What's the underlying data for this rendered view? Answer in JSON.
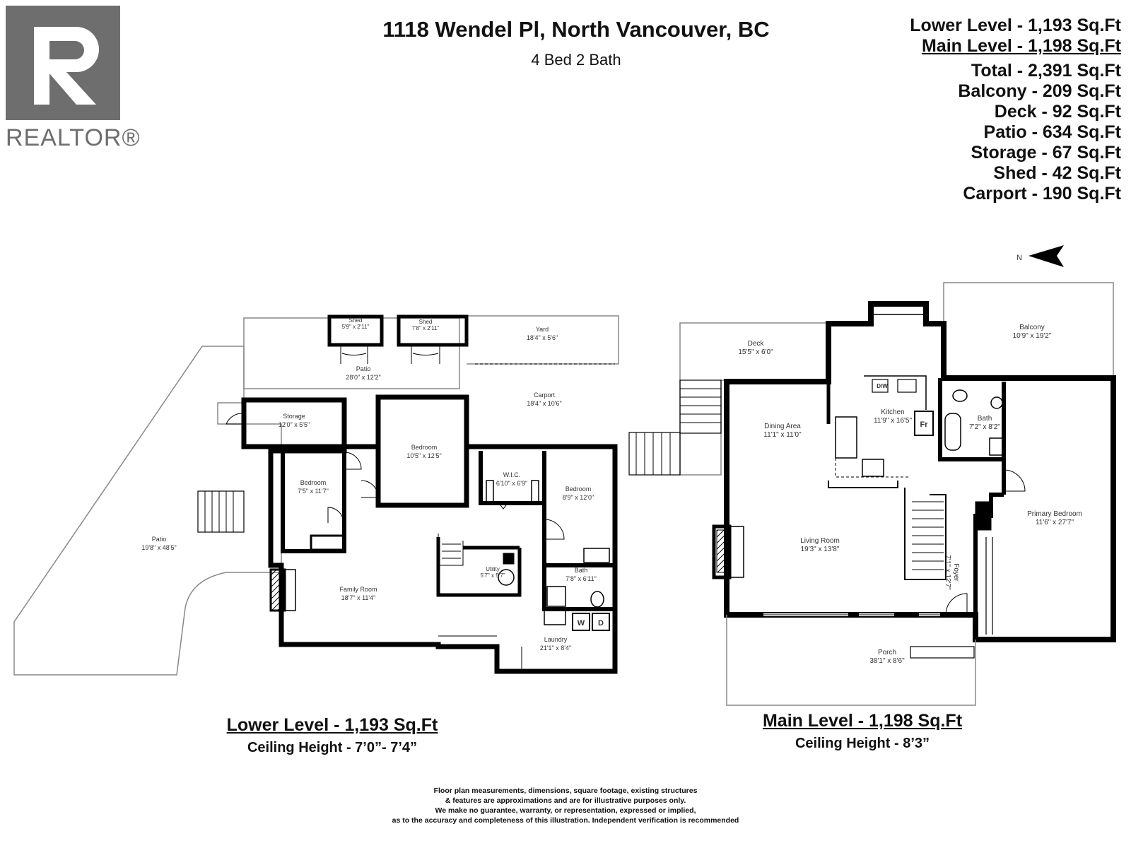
{
  "logo": {
    "text": "REALTOR®"
  },
  "header": {
    "address": "1118 Wendel Pl, North Vancouver, BC",
    "beds_baths": "4 Bed 2 Bath"
  },
  "summary": {
    "lower": "Lower Level - 1,193 Sq.Ft",
    "main": "Main Level - 1,198 Sq.Ft",
    "total": "Total - 2,391 Sq.Ft",
    "balcony": "Balcony - 209 Sq.Ft",
    "deck": "Deck - 92 Sq.Ft",
    "patio": "Patio - 634 Sq.Ft",
    "storage": "Storage - 67 Sq.Ft",
    "shed": "Shed - 42 Sq.Ft",
    "carport": "Carport - 190 Sq.Ft"
  },
  "compass": {
    "label": "N"
  },
  "lower_level": {
    "caption": "Lower Level - 1,193 Sq.Ft",
    "ceiling": "Ceiling Height - 7’0”- 7’4”",
    "rooms": {
      "shed1": {
        "name": "Shed",
        "dim": "5'9\" x 2'11\""
      },
      "shed2": {
        "name": "Shed",
        "dim": "7'8\" x 2'11\""
      },
      "yard": {
        "name": "Yard",
        "dim": "18'4\" x 5'6\""
      },
      "patio_top": {
        "name": "Patio",
        "dim": "28'0\" x 12'2\""
      },
      "carport": {
        "name": "Carport",
        "dim": "18'4\" x 10'6\""
      },
      "storage": {
        "name": "Storage",
        "dim": "12'0\" x 5'5\""
      },
      "bed_center": {
        "name": "Bedroom",
        "dim": "10'5\" x 12'5\""
      },
      "bed_left": {
        "name": "Bedroom",
        "dim": "7'5\" x 11'7\""
      },
      "wic": {
        "name": "W.I.C.",
        "dim": "6'10\" x 6'9\""
      },
      "bed_right": {
        "name": "Bedroom",
        "dim": "8'9\" x 12'0\""
      },
      "patio_big": {
        "name": "Patio",
        "dim": "19'8\" x 48'5\""
      },
      "utility": {
        "name": "Utility",
        "dim": "5'7\" x 5'7\""
      },
      "bath": {
        "name": "Bath",
        "dim": "7'8\" x 6'11\""
      },
      "family": {
        "name": "Family Room",
        "dim": "18'7\" x 11'4\""
      },
      "laundry": {
        "name": "Laundry",
        "dim": "21'1\" x 8'4\""
      }
    },
    "washer": "W",
    "dryer": "D"
  },
  "main_level": {
    "caption": "Main Level - 1,198 Sq.Ft",
    "ceiling": "Ceiling Height - 8’3”",
    "rooms": {
      "deck": {
        "name": "Deck",
        "dim": "15'5\" x 6'0\""
      },
      "balcony": {
        "name": "Balcony",
        "dim": "10'9\" x 19'2\""
      },
      "kitchen": {
        "name": "Kitchen",
        "dim": "11'9\" x 16'5\""
      },
      "dining": {
        "name": "Dining Area",
        "dim": "11'1\" x 11'0\""
      },
      "bath": {
        "name": "Bath",
        "dim": "7'2\" x 8'2\""
      },
      "primary": {
        "name": "Primary Bedroom",
        "dim": "11'6\" x 27'7\""
      },
      "living": {
        "name": "Living Room",
        "dim": "19'3\" x 13'8\""
      },
      "foyer": {
        "name": "Foyer",
        "dim": "7'1\" x 12'7\""
      },
      "porch": {
        "name": "Porch",
        "dim": "38'1\" x 8'6\""
      }
    },
    "dw": "D/W",
    "fridge": "Fr"
  },
  "disclaimer": [
    "Floor plan measurements, dimensions, square footage, existing structures",
    "& features are approximations and are for illustrative purposes only.",
    "We make no guarantee, warranty, or representation, expressed or implied,",
    "as to the accuracy and completeness of this illustration. Independent verification is recommended"
  ]
}
